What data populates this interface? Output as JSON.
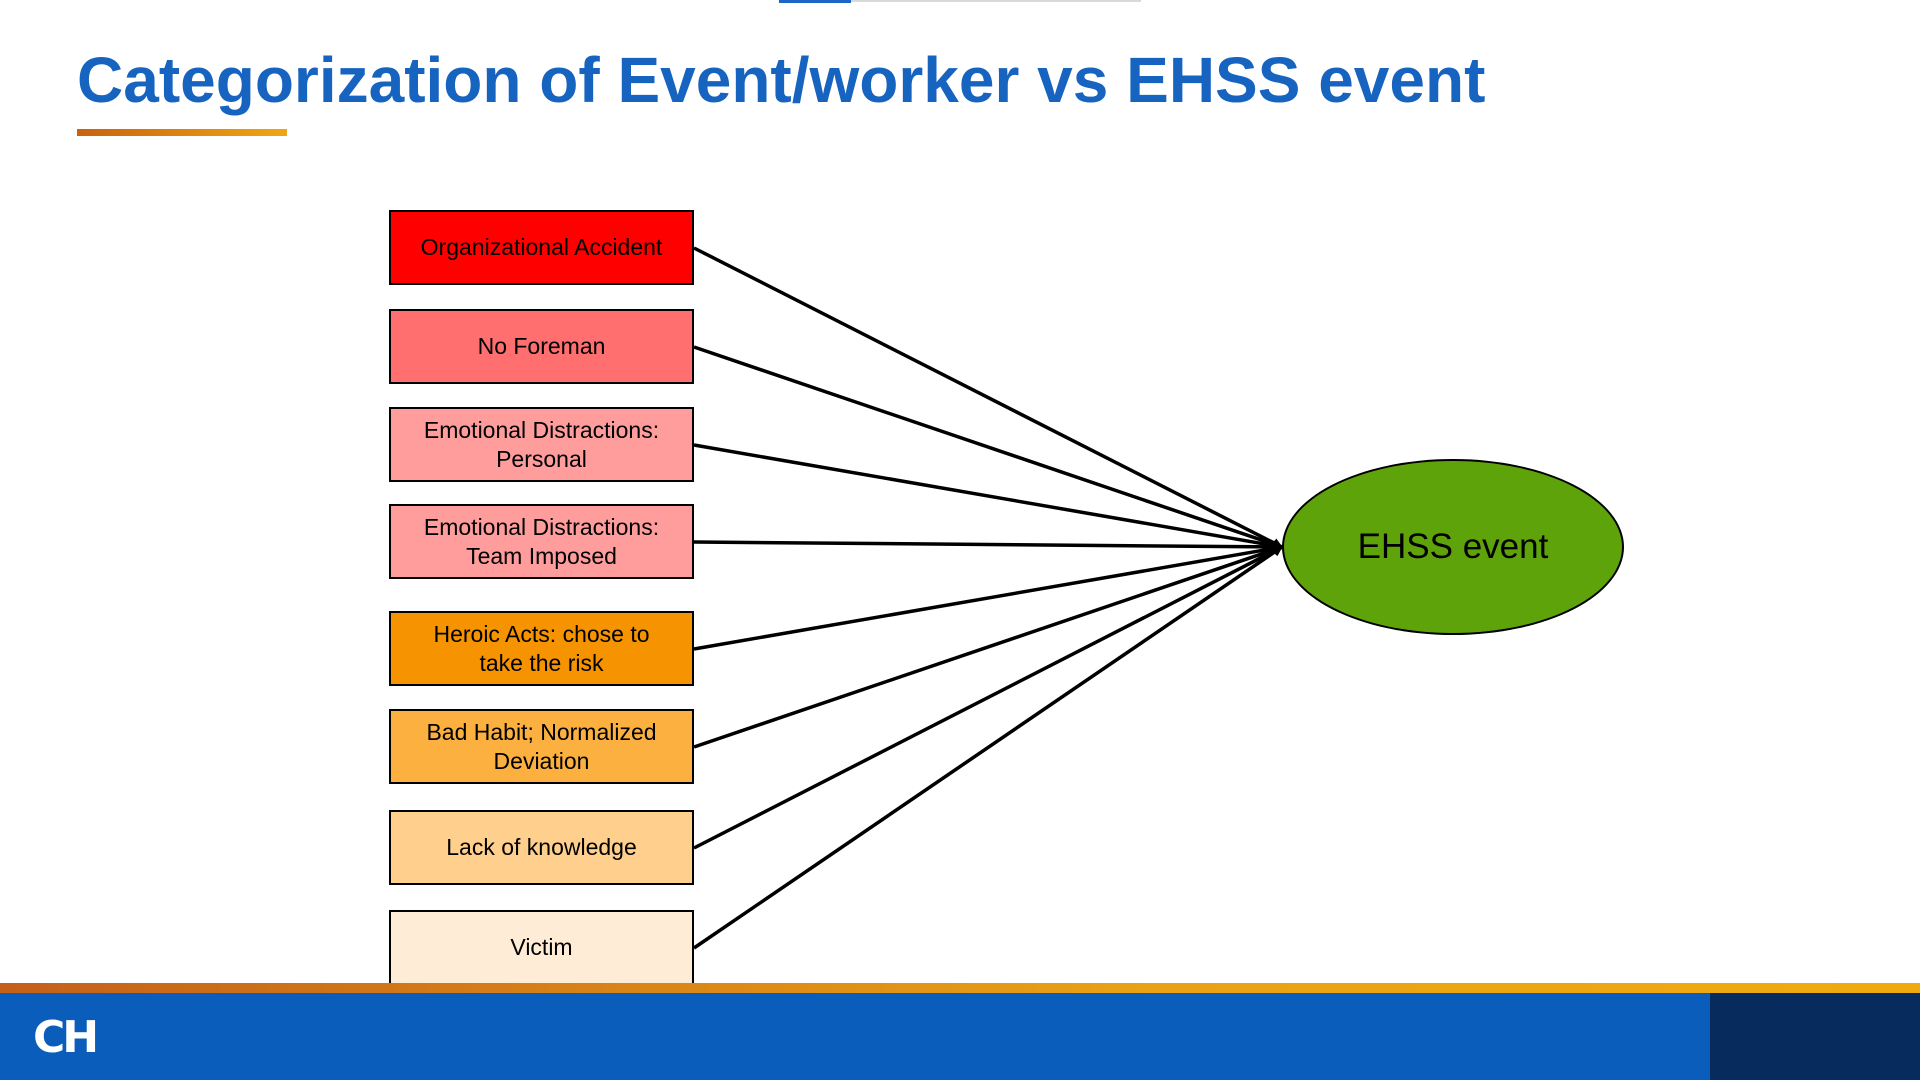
{
  "title": "Categorization of Event/worker vs EHSS event",
  "categories": [
    {
      "label": "Organizational Accident",
      "color": "#ff0000"
    },
    {
      "label": "No Foreman",
      "color": "#ff6f6f"
    },
    {
      "label": "Emotional Distractions:\nPersonal",
      "color": "#ff9d9d"
    },
    {
      "label": "Emotional Distractions:\nTeam Imposed",
      "color": "#ff9d9d"
    },
    {
      "label": "Heroic Acts:  chose to\ntake the risk",
      "color": "#f59300"
    },
    {
      "label": "Bad Habit;     Normalized\nDeviation",
      "color": "#fbb03f"
    },
    {
      "label": "Lack of knowledge",
      "color": "#ffcf8d"
    },
    {
      "label": "Victim",
      "color": "#ffecd6"
    }
  ],
  "target": {
    "label": "EHSS event",
    "color": "#5fa30b"
  },
  "footer": {
    "logo": "CH",
    "logo_icon": "company-logo-icon"
  }
}
